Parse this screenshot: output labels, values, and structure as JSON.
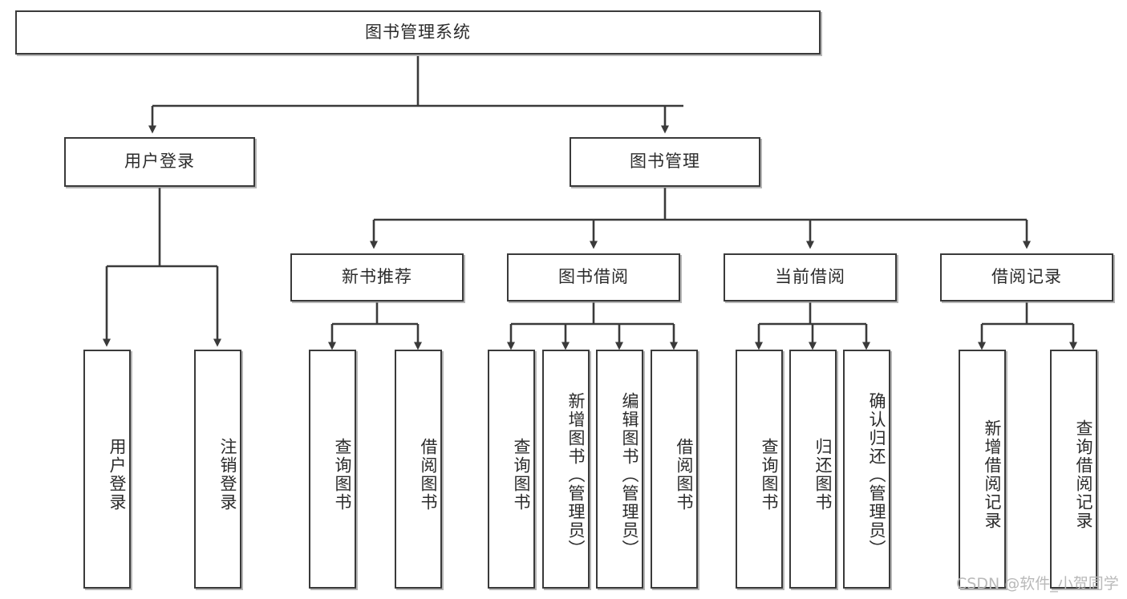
{
  "diagram": {
    "title_node": {
      "label": "图书管理系统"
    },
    "level2": [
      {
        "label": "用户登录"
      },
      {
        "label": "图书管理"
      }
    ],
    "level3": [
      {
        "label": "新书推荐"
      },
      {
        "label": "图书借阅"
      },
      {
        "label": "当前借阅"
      },
      {
        "label": "借阅记录"
      }
    ],
    "leaves": [
      {
        "label": "用户登录"
      },
      {
        "label": "注销登录"
      },
      {
        "label": "查询图书"
      },
      {
        "label": "借阅图书"
      },
      {
        "label": "查询图书"
      },
      {
        "label": "新增图书（管理员）"
      },
      {
        "label": "编辑图书（管理员）"
      },
      {
        "label": "借阅图书"
      },
      {
        "label": "查询图书"
      },
      {
        "label": "归还图书"
      },
      {
        "label": "确认归还（管理员）"
      },
      {
        "label": "新增借阅记录"
      },
      {
        "label": "查询借阅记录"
      }
    ],
    "watermark": "CSDN @软件_小贺同学",
    "colors": {
      "stroke": "#3a3a3a",
      "fill": "#ffffff",
      "text": "#2b2b2b",
      "watermark": "#b9b9b9"
    }
  }
}
